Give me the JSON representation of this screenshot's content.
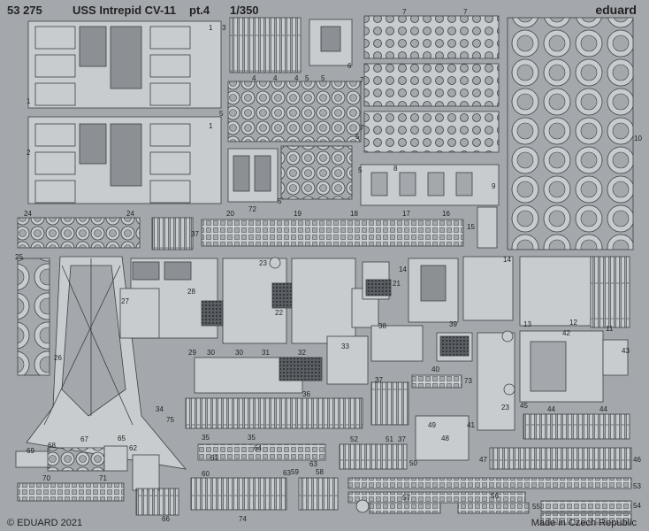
{
  "sheet": {
    "catalog": "53 275",
    "title": "USS Intrepid CV-11",
    "part": "pt.4",
    "scale": "1/350",
    "brand": "eduard",
    "copyright": "© EDUARD 2021",
    "origin": "Made in Czech Republic"
  },
  "colors": {
    "fret": "#a4a8ac",
    "part": "#c9ccce",
    "dark": "#54585c",
    "edge": "#3c4044"
  },
  "part_numbers": [
    "1",
    "3",
    "1",
    "5",
    "5",
    "5",
    "6",
    "7",
    "7",
    "4",
    "4",
    "4",
    "5",
    "5",
    "7",
    "7",
    "10",
    "1",
    "2",
    "8",
    "9",
    "5",
    "72",
    "20",
    "19",
    "18",
    "17",
    "16",
    "15",
    "24",
    "24",
    "37",
    "25",
    "23",
    "14",
    "14",
    "28",
    "27",
    "22",
    "21",
    "26",
    "29",
    "30",
    "30",
    "31",
    "32",
    "33",
    "38",
    "39",
    "42",
    "43",
    "13",
    "11",
    "12",
    "36",
    "37",
    "40",
    "73",
    "23",
    "34",
    "75",
    "35",
    "35",
    "52",
    "51",
    "37",
    "41",
    "50",
    "48",
    "47",
    "49",
    "45",
    "44",
    "44",
    "46",
    "61",
    "64",
    "63",
    "63",
    "59",
    "58",
    "60",
    "62",
    "65",
    "67",
    "68",
    "69",
    "70",
    "71",
    "66",
    "74",
    "57",
    "56",
    "55",
    "53",
    "54"
  ]
}
